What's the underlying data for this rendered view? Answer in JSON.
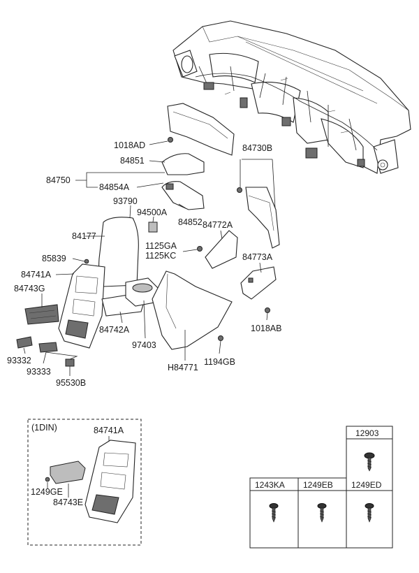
{
  "callouts": {
    "c_1018AD": "1018AD",
    "c_84851": "84851",
    "c_84750": "84750",
    "c_84854A": "84854A",
    "c_84730B": "84730B",
    "c_93790": "93790",
    "c_94500A": "94500A",
    "c_84852": "84852",
    "c_84177": "84177",
    "c_84772A": "84772A",
    "c_1125GA": "1125GA",
    "c_1125KC": "1125KC",
    "c_85839": "85839",
    "c_84773A": "84773A",
    "c_84741A": "84741A",
    "c_84743G": "84743G",
    "c_84742A": "84742A",
    "c_1018AB": "1018AB",
    "c_97403": "97403",
    "c_H84771": "H84771",
    "c_1194GB": "1194GB",
    "c_93332": "93332",
    "c_93333": "93333",
    "c_95530B": "95530B"
  },
  "inset": {
    "label": "(1DIN)",
    "c_84741A": "84741A",
    "c_1249GE": "1249GE",
    "c_84743E": "84743E"
  },
  "fastener_table": {
    "top": "12903",
    "headers": [
      "1243KA",
      "1249EB",
      "1249ED"
    ]
  }
}
